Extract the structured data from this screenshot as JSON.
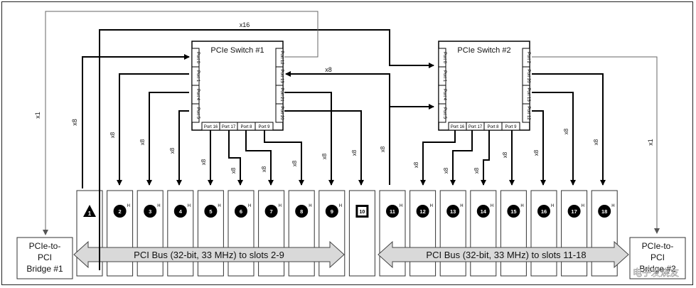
{
  "title": "",
  "switch1": {
    "title": "PCIe Switch #1",
    "left_ports": [
      "Port 0",
      "Port 1",
      "Port 4",
      "Port 5"
    ],
    "right_ports": [
      "Port 12",
      "Port 13",
      "Port 21",
      "Port 20"
    ],
    "bottom_ports": [
      "Port 16",
      "Port 17",
      "Port 8",
      "Port 9"
    ]
  },
  "switch2": {
    "title": "PCIe Switch #2",
    "left_ports": [
      "Port 0",
      "Port 1",
      "Port 4",
      "Port 5"
    ],
    "right_ports": [
      "Port 2",
      "Port 20",
      "Port 13",
      "Port 12"
    ],
    "bottom_ports": [
      "Port 16",
      "Port 17",
      "Port 8",
      "Port 9"
    ]
  },
  "bridge1": [
    "PCIe-to-",
    "PCI",
    "Bridge #1"
  ],
  "bridge2": [
    "PCIe-to-",
    "PCI",
    "Bridge #2"
  ],
  "bus1": {
    "label": "PCI Bus (32-bit, 33 MHz) to slots 2-9"
  },
  "bus2": {
    "label": "PCI Bus (32-bit, 33 MHz) to slots 11-18"
  },
  "slots": [
    {
      "id": "1",
      "kind": "triangle",
      "sup": ""
    },
    {
      "id": "2",
      "kind": "circle",
      "sup": "H"
    },
    {
      "id": "3",
      "kind": "circle",
      "sup": "H"
    },
    {
      "id": "4",
      "kind": "circle",
      "sup": "H"
    },
    {
      "id": "5",
      "kind": "circle",
      "sup": "H"
    },
    {
      "id": "6",
      "kind": "circle",
      "sup": "H"
    },
    {
      "id": "7",
      "kind": "circle",
      "sup": "H"
    },
    {
      "id": "8",
      "kind": "circle",
      "sup": "H"
    },
    {
      "id": "9",
      "kind": "circle",
      "sup": "H"
    },
    {
      "id": "10",
      "kind": "square",
      "sup": ""
    },
    {
      "id": "11",
      "kind": "circle",
      "sup": "H"
    },
    {
      "id": "12",
      "kind": "circle",
      "sup": "H"
    },
    {
      "id": "13",
      "kind": "circle",
      "sup": "H"
    },
    {
      "id": "14",
      "kind": "circle",
      "sup": "H"
    },
    {
      "id": "15",
      "kind": "circle",
      "sup": "H"
    },
    {
      "id": "16",
      "kind": "circle",
      "sup": "H"
    },
    {
      "id": "17",
      "kind": "circle",
      "sup": "H"
    },
    {
      "id": "18",
      "kind": "circle",
      "sup": "H"
    }
  ],
  "link_labels": {
    "x16": "x16",
    "x8": "x8",
    "x1": "x1"
  },
  "watermark": "电子发烧友"
}
